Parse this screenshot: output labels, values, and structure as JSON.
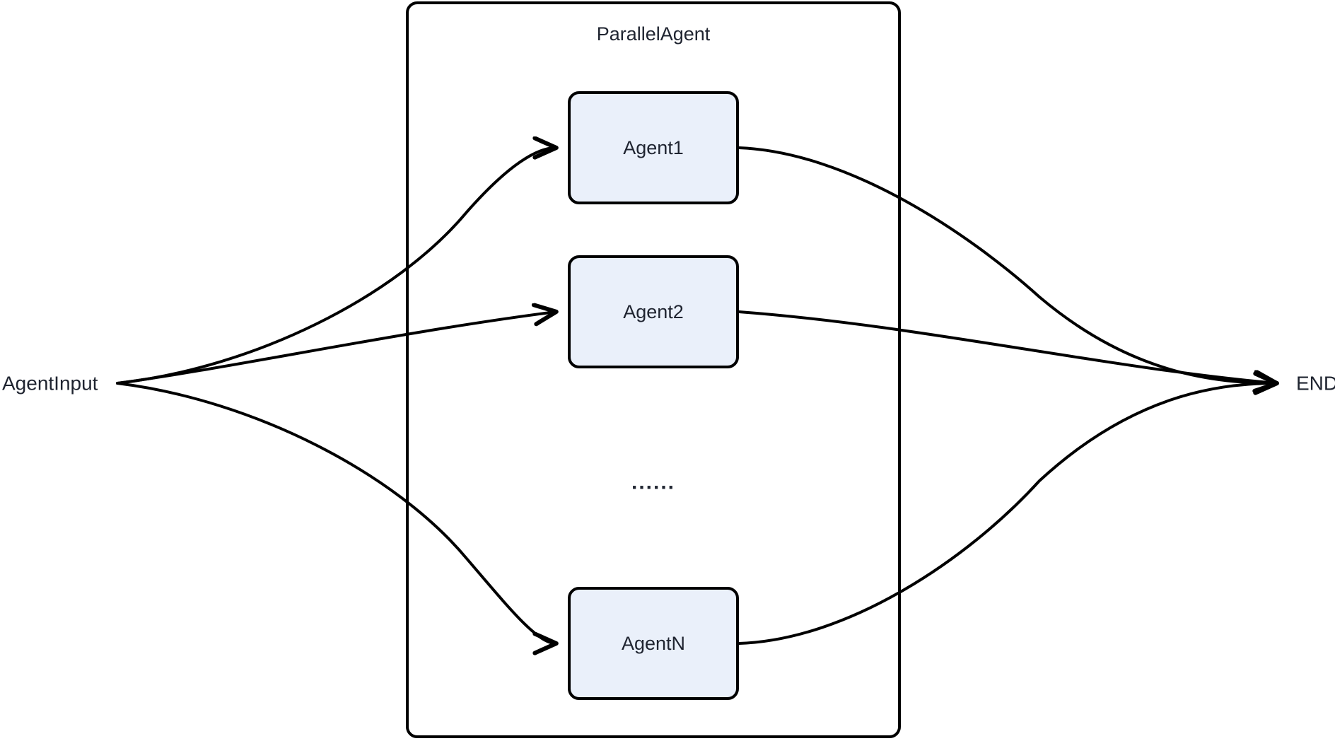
{
  "diagram": {
    "title": "ParallelAgent",
    "background_color": "#ffffff",
    "stroke_color": "#000000",
    "node_fill_color": "#eaf0fa",
    "text_color": "#1f2430",
    "group": {
      "label": "ParallelAgent",
      "children": [
        {
          "id": "agent1",
          "label": "Agent1"
        },
        {
          "id": "agent2",
          "label": "Agent2"
        },
        {
          "id": "ellipsis",
          "label": "......"
        },
        {
          "id": "agentN",
          "label": "AgentN"
        }
      ]
    },
    "endpoints": {
      "input": "AgentInput",
      "output": "END"
    },
    "edges": [
      {
        "from": "AgentInput",
        "to": "Agent1",
        "arrow": true
      },
      {
        "from": "AgentInput",
        "to": "Agent2",
        "arrow": true
      },
      {
        "from": "AgentInput",
        "to": "AgentN",
        "arrow": true
      },
      {
        "from": "Agent1",
        "to": "END",
        "arrow": true
      },
      {
        "from": "Agent2",
        "to": "END",
        "arrow": true
      },
      {
        "from": "AgentN",
        "to": "END",
        "arrow": true
      }
    ]
  }
}
